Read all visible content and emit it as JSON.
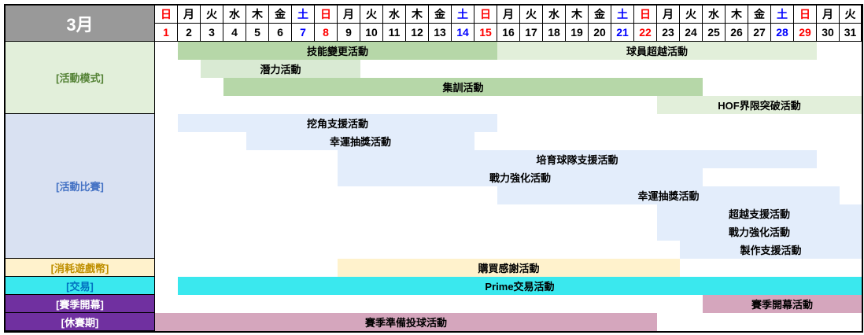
{
  "month": "3月",
  "weekdays": [
    "日",
    "月",
    "火",
    "水",
    "木",
    "金",
    "土",
    "日",
    "月",
    "火",
    "水",
    "木",
    "金",
    "土",
    "日",
    "月",
    "火",
    "水",
    "木",
    "金",
    "土",
    "日",
    "月",
    "火",
    "水",
    "木",
    "金",
    "土",
    "日",
    "月",
    "火"
  ],
  "dates": [
    "1",
    "2",
    "3",
    "4",
    "5",
    "6",
    "7",
    "8",
    "9",
    "10",
    "11",
    "12",
    "13",
    "14",
    "15",
    "16",
    "17",
    "18",
    "19",
    "20",
    "21",
    "22",
    "23",
    "24",
    "25",
    "26",
    "27",
    "28",
    "29",
    "30",
    "31"
  ],
  "colors": {
    "sunday": "#ff0000",
    "saturday": "#0000ff",
    "weekday": "#000000"
  },
  "categories": [
    {
      "label": "[活動模式]",
      "rows": 4,
      "bg": "#e2efda",
      "fg": "#548235"
    },
    {
      "label": "[活動比賽]",
      "rows": 8,
      "bg": "#d9e1f2",
      "fg": "#4472c4"
    },
    {
      "label": "[消耗遊戲幣]",
      "rows": 1,
      "bg": "#fff2cc",
      "fg": "#bf8f00"
    },
    {
      "label": "[交易]",
      "rows": 1,
      "bg": "#3ae8ee",
      "fg": "#0070c0"
    },
    {
      "label": "[賽季開幕]",
      "rows": 1,
      "bg": "#7030a0",
      "fg": "#ffffff"
    },
    {
      "label": "[休賽期]",
      "rows": 1,
      "bg": "#7030a0",
      "fg": "#ffffff"
    }
  ],
  "events": [
    {
      "row": 0,
      "start": 2,
      "end": 15,
      "label": "技能變更活動",
      "color": "#b6d7a8"
    },
    {
      "row": 0,
      "start": 16,
      "end": 29,
      "label": "球員超越活動",
      "color": "#e2efda"
    },
    {
      "row": 1,
      "start": 3,
      "end": 9,
      "label": "潛力活動",
      "color": "#d9ead3"
    },
    {
      "row": 2,
      "start": 4,
      "end": 24,
      "label": "集訓活動",
      "color": "#b6d7a8"
    },
    {
      "row": 3,
      "start": 23,
      "end": 31,
      "label": "HOF界限突破活動",
      "color": "#e2efda"
    },
    {
      "row": 4,
      "start": 2,
      "end": 15,
      "label": "挖角支援活動",
      "color": "#e3edfb"
    },
    {
      "row": 5,
      "start": 5,
      "end": 14,
      "label": "幸運抽獎活動",
      "color": "#e3edfb"
    },
    {
      "row": 6,
      "start": 9,
      "end": 29,
      "label": "培育球隊支援活動",
      "color": "#e3edfb"
    },
    {
      "row": 7,
      "start": 9,
      "end": 24,
      "label": "戰力強化活動",
      "color": "#e3edfb"
    },
    {
      "row": 8,
      "start": 16,
      "end": 30,
      "label": "幸運抽獎活動",
      "color": "#e3edfb"
    },
    {
      "row": 9,
      "start": 23,
      "end": 31,
      "label": "超越支援活動",
      "color": "#e3edfb"
    },
    {
      "row": 10,
      "start": 23,
      "end": 31,
      "label": "戰力強化活動",
      "color": "#e3edfb"
    },
    {
      "row": 11,
      "start": 24,
      "end": 31,
      "label": "製作支援活動",
      "color": "#e3edfb"
    },
    {
      "row": 12,
      "start": 9,
      "end": 23,
      "label": "購買感謝活動",
      "color": "#fff2cc"
    },
    {
      "row": 13,
      "start": 2,
      "end": 31,
      "label": "Prime交易活動",
      "color": "#3ae8ee"
    },
    {
      "row": 14,
      "start": 25,
      "end": 31,
      "label": "賽季開幕活動",
      "color": "#d5a6bd"
    },
    {
      "row": 15,
      "start": 1,
      "end": 22,
      "label": "賽季準備投球活動",
      "color": "#d5a6bd"
    }
  ]
}
